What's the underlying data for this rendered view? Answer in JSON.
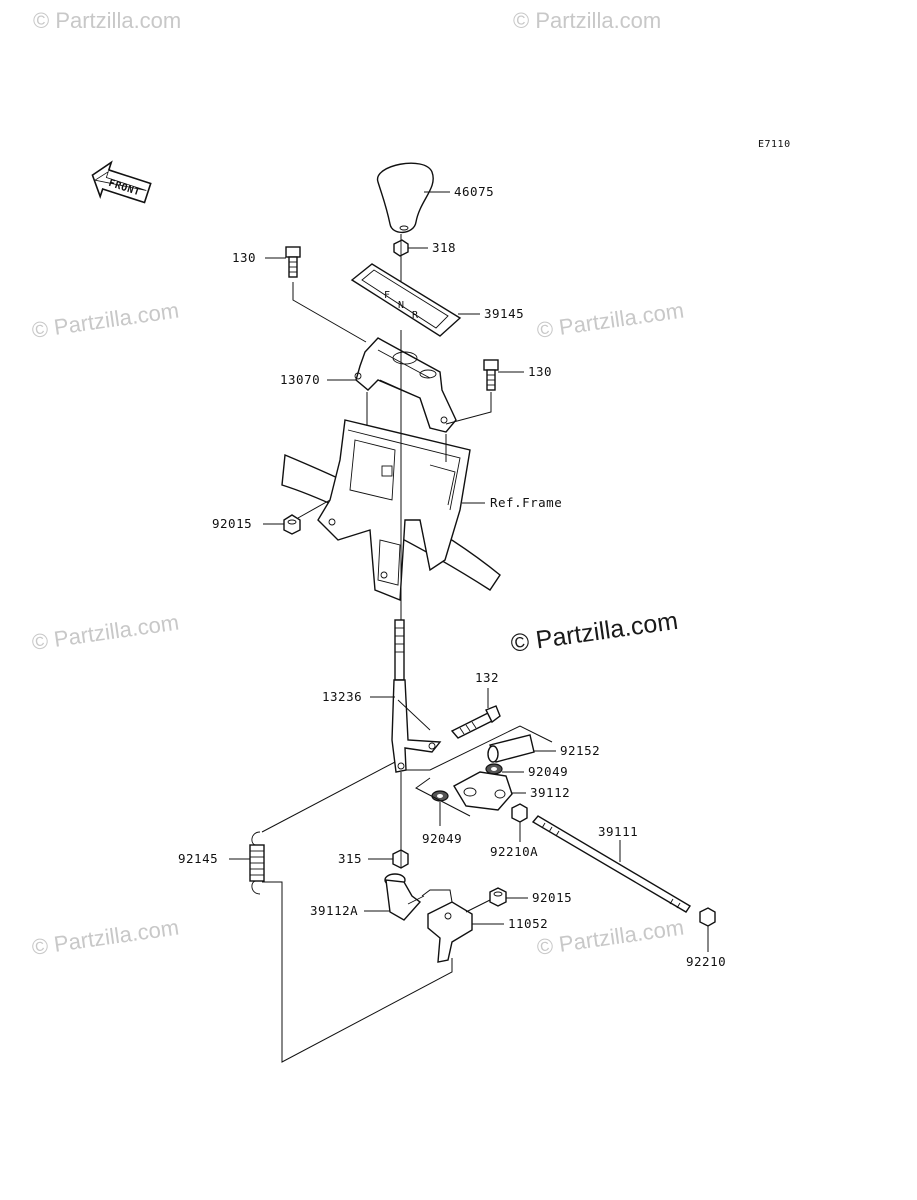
{
  "diagram_code": "E7110",
  "front_badge": "FRONT",
  "watermarks": {
    "small": "© Partzilla.com",
    "center": "© Partzilla.com"
  },
  "labels": {
    "p46075": "46075",
    "p318": "318",
    "p130_left": "130",
    "p39145": "39145",
    "p130_right": "130",
    "p13070": "13070",
    "ref_frame": "Ref.Frame",
    "p92015_top": "92015",
    "p132": "132",
    "p13236": "13236",
    "p92152": "92152",
    "p92049_right": "92049",
    "p39112": "39112",
    "p39111": "39111",
    "p92049_left": "92049",
    "p92210A": "92210A",
    "p92145": "92145",
    "p315": "315",
    "p92015_bottom": "92015",
    "p39112A": "39112A",
    "p11052": "11052",
    "p92210": "92210"
  }
}
